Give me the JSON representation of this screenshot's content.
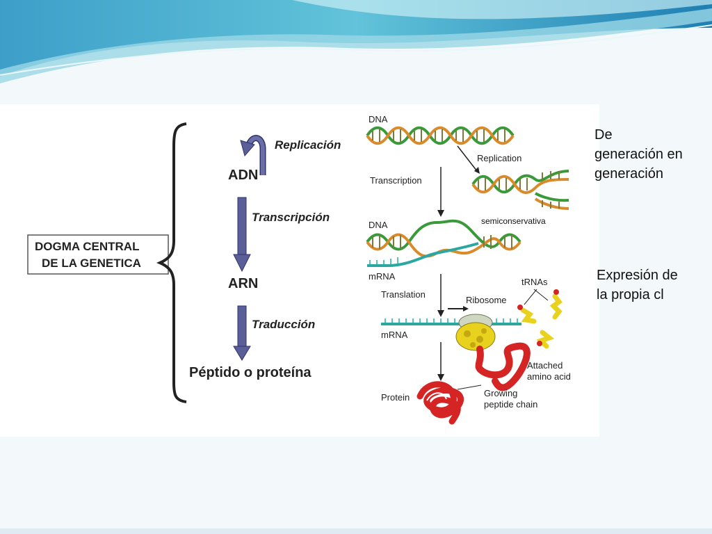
{
  "left_diagram": {
    "box_line1": "DOGMA CENTRAL",
    "box_line2": "DE LA GENETICA",
    "step1": "ADN",
    "step2": "ARN",
    "step3": "Péptido o proteína",
    "process1": "Replicación",
    "process2": "Transcripción",
    "process3": "Traducción"
  },
  "right_diagram": {
    "dna_top": "DNA",
    "replication": "Replication",
    "transcription": "Transcription",
    "dna_mid": "DNA",
    "mrna_mid": "mRNA",
    "translation": "Translation",
    "ribosome": "Ribosome",
    "trnas": "tRNAs",
    "mrna_bottom": "mRNA",
    "attached_line1": "Attached",
    "attached_line2": "amino acid",
    "protein": "Protein",
    "growing_line1": "Growing",
    "growing_line2": "peptide chain"
  },
  "annotations": {
    "semiconservativa": "semiconservativa",
    "note1_line1": "De",
    "note1_line2": "generación en",
    "note1_line3": "generación",
    "note2_line1": "Expresión de",
    "note2_line2": "la propia cl"
  },
  "colors": {
    "arrow": "#5b5f97",
    "dna_green": "#3a9a3a",
    "dna_orange": "#d98a2b",
    "mrna_teal": "#2aa8a0",
    "protein_red": "#d42424",
    "ribosome_yellow": "#e8d21e"
  }
}
